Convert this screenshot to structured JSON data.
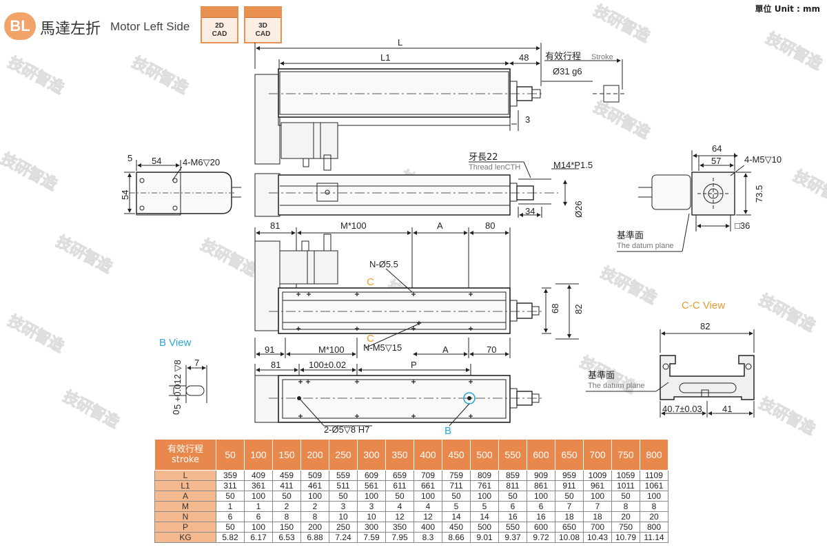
{
  "header": {
    "badge": "BL",
    "title_zh": "馬達左折",
    "title_en": "Motor Left Side",
    "cad_2d_line1": "2D",
    "cad_2d_line2": "CAD",
    "cad_3d_line1": "3D",
    "cad_3d_line2": "CAD",
    "unit": "單位 Unit : mm"
  },
  "watermark": "技研智造",
  "drawing_labels": {
    "L": "L",
    "L1": "L1",
    "d48": "48",
    "stroke_zh": "有效行程",
    "stroke_en": "Stroke",
    "shaft": "Ø31 g6",
    "d3": "3",
    "d5": "5",
    "d54_top": "54",
    "m6": "4-M6▽20",
    "d54_side": "54",
    "thread_zh": "牙長22",
    "thread_en": "Thread lenCTH",
    "m14": "M14*P1.5",
    "d34": "34",
    "d26": "Ø26",
    "d64": "64",
    "d57": "57",
    "m5_10": "4-M5▽10",
    "d73_5": "73.5",
    "sq36": "□36",
    "datum_zh": "基準面",
    "datum_en": "The datum plane",
    "d81": "81",
    "m100": "M*100",
    "a": "A",
    "d80": "80",
    "n55": "N-Ø5.5",
    "c": "C",
    "d68": "68",
    "d82": "82",
    "d91": "91",
    "nm5": "N-M5▽15",
    "d70": "70",
    "b_view": "B View",
    "d7": "7",
    "tol": "5 +0.012 ▽8",
    "tol_zero": "0",
    "d81b": "81",
    "pitch": "100±0.02",
    "p": "P",
    "h7": "2-Ø5▽8 H7",
    "b": "B",
    "cc_view": "C-C View",
    "cc82": "82",
    "datum2_zh": "基準面",
    "datum2_en": "The datum plane",
    "d40": "40.7±0.03",
    "d41": "41"
  },
  "table": {
    "header_zh": "有效行程",
    "header_en": "stroke",
    "strokes": [
      "50",
      "100",
      "150",
      "200",
      "250",
      "300",
      "350",
      "400",
      "450",
      "500",
      "550",
      "600",
      "650",
      "700",
      "750",
      "800"
    ],
    "rows": [
      {
        "label": "L",
        "values": [
          "359",
          "409",
          "459",
          "509",
          "559",
          "609",
          "659",
          "709",
          "759",
          "809",
          "859",
          "909",
          "959",
          "1009",
          "1059",
          "1109"
        ]
      },
      {
        "label": "L1",
        "values": [
          "311",
          "361",
          "411",
          "461",
          "511",
          "561",
          "611",
          "661",
          "711",
          "761",
          "811",
          "861",
          "911",
          "961",
          "1011",
          "1061"
        ]
      },
      {
        "label": "A",
        "values": [
          "50",
          "100",
          "50",
          "100",
          "50",
          "100",
          "50",
          "100",
          "50",
          "100",
          "50",
          "100",
          "50",
          "100",
          "50",
          "100"
        ]
      },
      {
        "label": "M",
        "values": [
          "1",
          "1",
          "2",
          "2",
          "3",
          "3",
          "4",
          "4",
          "5",
          "5",
          "6",
          "6",
          "7",
          "7",
          "8",
          "8"
        ]
      },
      {
        "label": "N",
        "values": [
          "6",
          "6",
          "8",
          "8",
          "10",
          "10",
          "12",
          "12",
          "14",
          "14",
          "16",
          "16",
          "18",
          "18",
          "20",
          "20"
        ]
      },
      {
        "label": "P",
        "values": [
          "50",
          "100",
          "150",
          "200",
          "250",
          "300",
          "350",
          "400",
          "450",
          "500",
          "550",
          "600",
          "650",
          "700",
          "750",
          "800"
        ]
      },
      {
        "label": "KG",
        "values": [
          "5.82",
          "6.17",
          "6.53",
          "6.88",
          "7.24",
          "7.59",
          "7.95",
          "8.3",
          "8.66",
          "9.01",
          "9.37",
          "9.72",
          "10.08",
          "10.43",
          "10.79",
          "11.14"
        ]
      }
    ]
  },
  "colors": {
    "accent": "#e9884c",
    "badge": "#f1a36a",
    "table_row_label": "#f4b98f",
    "view_blue": "#2aa6d6",
    "view_orange": "#e89a2c"
  }
}
